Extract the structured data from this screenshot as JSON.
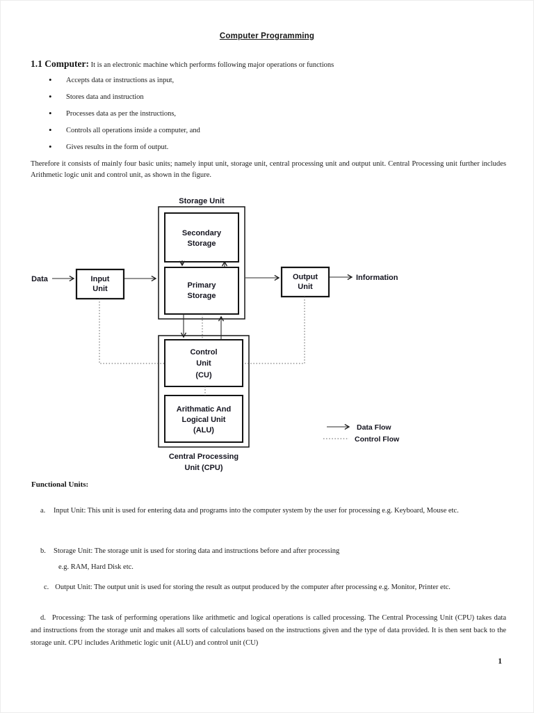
{
  "title": "Computer Programming",
  "section": {
    "heading": "1.1 Computer:",
    "intro": "It is an electronic machine which performs following major operations or functions"
  },
  "bullets": [
    "Accepts data or instructions as input,",
    "Stores data and instruction",
    "Processes data as per the instructions,",
    "Controls all operations inside a computer, and",
    "Gives results in the form of output."
  ],
  "paragraph": "Therefore it consists of mainly four basic units; namely input unit, storage unit, central processing unit and output unit. Central Processing unit further includes Arithmetic logic unit and control unit, as shown in the figure.",
  "diagram": {
    "storage_label": "Storage Unit",
    "secondary_line1": "Secondary",
    "secondary_line2": "Storage",
    "primary_line1": "Primary",
    "primary_line2": "Storage",
    "input_line1": "Input",
    "input_line2": "Unit",
    "output_line1": "Output",
    "output_line2": "Unit",
    "data_label": "Data",
    "information_label": "Information",
    "cu_line1": "Control",
    "cu_line2": "Unit",
    "cu_line3": "(CU)",
    "alu_line1": "Arithmatic And",
    "alu_line2": "Logical Unit",
    "alu_line3": "(ALU)",
    "cpu_line1": "Central Processing",
    "cpu_line2": "Unit (CPU)",
    "legend_data": "Data Flow",
    "legend_control": "Control Flow",
    "line_color": "#2a2a2a",
    "text_color": "#14141f"
  },
  "functional_units": {
    "heading": "Functional Units:",
    "items": [
      {
        "label": "a.",
        "text": "Input Unit: This unit is used for entering data and programs into the computer system by the user for processing e.g. Keyboard, Mouse etc."
      },
      {
        "label": "b.",
        "text": "Storage Unit: The storage unit is used for storing data and instructions before and after processing",
        "sub": "e.g. RAM, Hard Disk etc."
      },
      {
        "label": "c.",
        "text": "Output Unit: The output unit is used for storing the result as output produced by the computer after processing e.g. Monitor, Printer etc."
      },
      {
        "label": "d.",
        "text": "Processing: The task of performing operations like arithmetic and logical operations is called processing. The Central Processing Unit (CPU) takes data and instructions from the storage unit and makes all sorts of calculations based on the instructions given and the type of data provided. It is then sent back to the storage unit. CPU includes Arithmetic logic unit (ALU) and control unit (CU)"
      }
    ]
  },
  "page": {
    "number": "1"
  }
}
